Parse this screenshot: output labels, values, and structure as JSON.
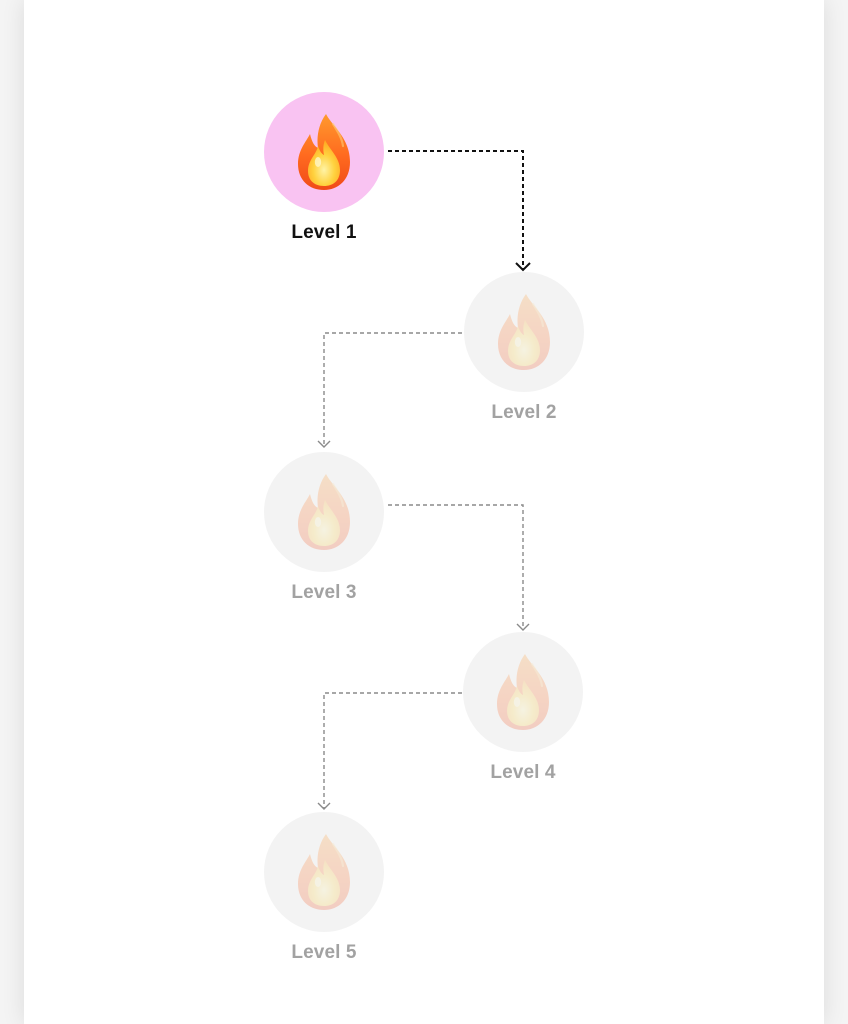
{
  "colors": {
    "active_badge_bg": "#f9c3f2",
    "locked_badge_bg": "#f3f3f3",
    "active_label": "#111111",
    "locked_label": "#a2a2a2",
    "active_connector": "#111111",
    "locked_connector": "#8a8a8a"
  },
  "levels": [
    {
      "label": "Level 1",
      "state": "active",
      "icon": "fire-icon"
    },
    {
      "label": "Level 2",
      "state": "locked",
      "icon": "fire-icon"
    },
    {
      "label": "Level 3",
      "state": "locked",
      "icon": "fire-icon"
    },
    {
      "label": "Level 4",
      "state": "locked",
      "icon": "fire-icon"
    },
    {
      "label": "Level 5",
      "state": "locked",
      "icon": "fire-icon"
    }
  ]
}
